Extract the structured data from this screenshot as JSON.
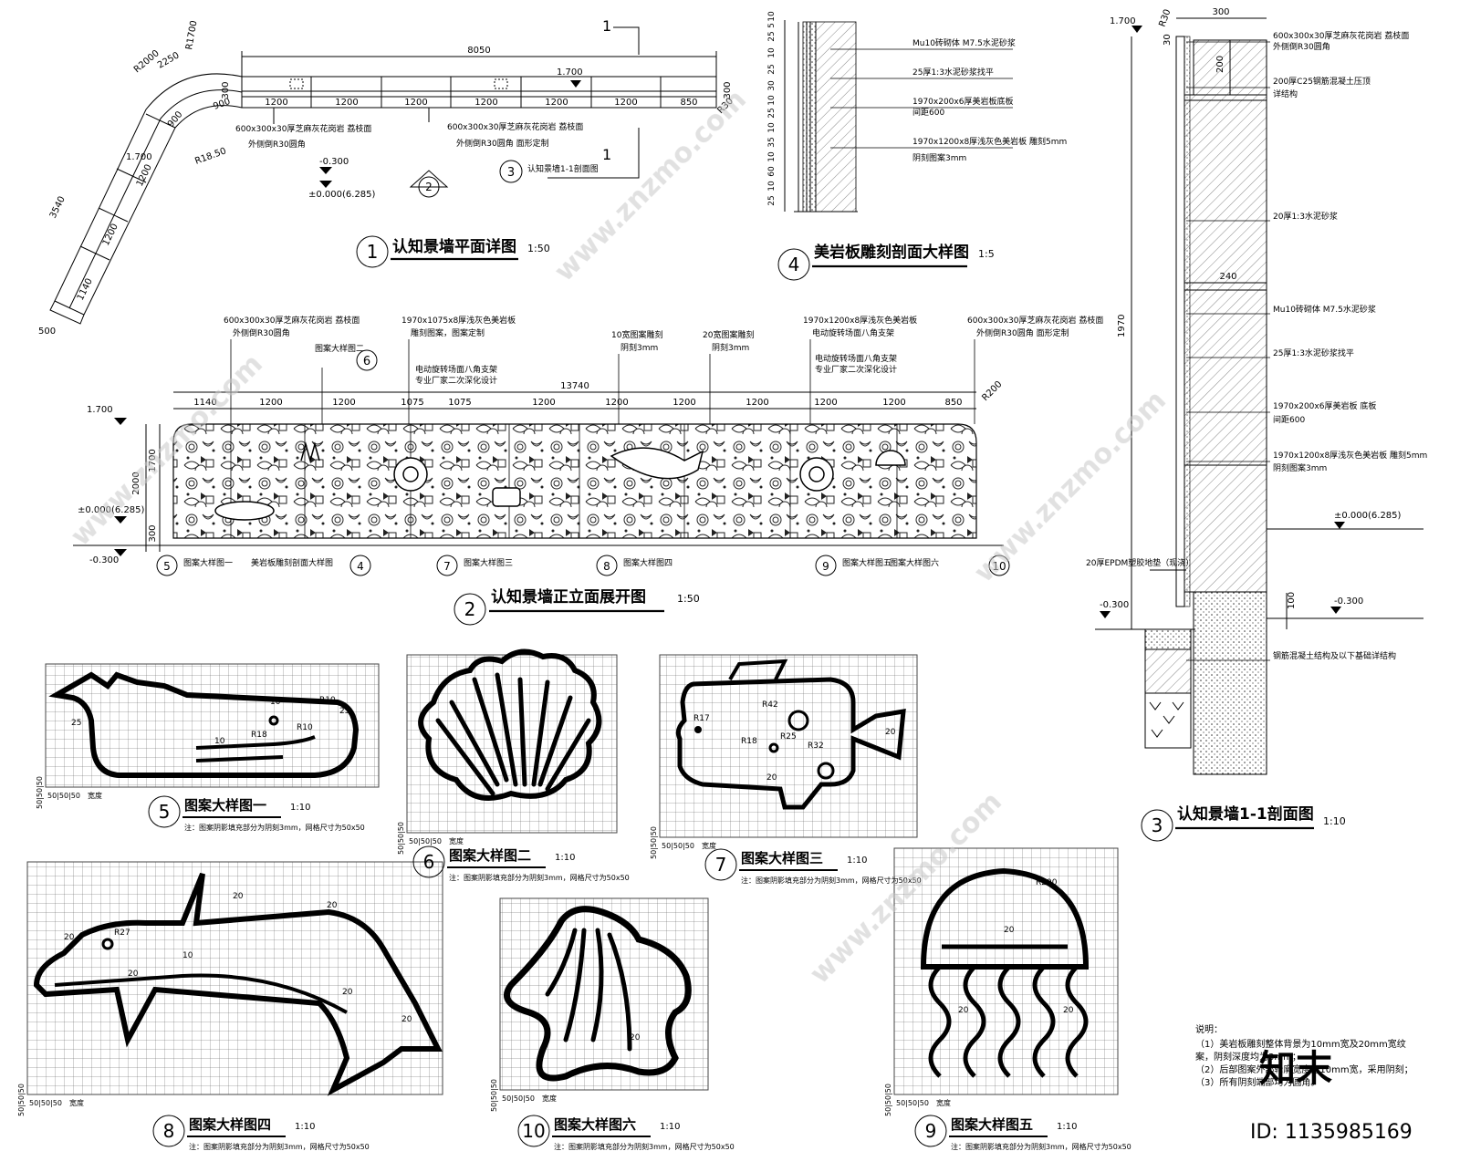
{
  "plan": {
    "num": "1",
    "title": "认知景墙平面详图",
    "scale": "1:50",
    "total": "8050",
    "dims": [
      "1200",
      "1200",
      "1200",
      "1200",
      "1200",
      "1200",
      "850"
    ],
    "left_dims": [
      "3540",
      "1200",
      "1200",
      "1140",
      "500"
    ],
    "arc_dims": [
      "R2000",
      "2250",
      "R1700",
      "900",
      "900",
      "1200",
      "R18.50"
    ],
    "end_dims": [
      "300",
      "300",
      "R30",
      "R30"
    ],
    "elev": "1.700",
    "elev_low": "-0.300",
    "elev_zero": "±0.000(6.285)",
    "note1": "600x300x30厚芝麻灰花岗岩  荔枝面",
    "note1b": "外侧倒R30圆角",
    "note2": "600x300x30厚芝麻灰花岗岩  荔枝面",
    "note2b": "外侧倒R30圆角 面形定制",
    "sec_label": "1",
    "sec_ref": "认知景墙1-1剖面图",
    "sec_num": "3",
    "elev_ref_num": "2"
  },
  "detail4": {
    "num": "4",
    "title": "美岩板雕刻剖面大样图",
    "scale": "1:5",
    "dims": [
      "10",
      "5",
      "25",
      "10",
      "25",
      "30",
      "10",
      "25",
      "10",
      "35",
      "10",
      "60",
      "10",
      "25"
    ],
    "notes": [
      "Mu10砖砌体 M7.5水泥砂浆",
      "25厚1:3水泥砂浆找平",
      "1970x200x6厚美岩板底板",
      "间距600",
      "1970x1200x8厚浅灰色美岩板  雕刻5mm",
      "阴刻图案3mm"
    ]
  },
  "elevation": {
    "num": "2",
    "title": "认知景墙正立面展开图",
    "scale": "1:50",
    "total": "13740",
    "dims": [
      "1140",
      "1200",
      "1200",
      "1075",
      "1075",
      "1200",
      "1200",
      "1200",
      "1200",
      "1200",
      "1200",
      "850"
    ],
    "heights": [
      "2000",
      "1700",
      "300"
    ],
    "elev": "1.700",
    "elev_zero": "±0.000(6.285)",
    "elev_low": "-0.300",
    "radius": "R200",
    "callouts": [
      {
        "t1": "600x300x30厚芝麻灰花岗岩  荔枝面",
        "t2": "外侧倒R30圆角"
      },
      {
        "t1": "图案大样图二",
        "t2": ""
      },
      {
        "t1": "1970x1075x8厚浅灰色美岩板",
        "t2": "雕刻图案，图案定制"
      },
      {
        "t1": "10宽图案雕刻",
        "t2": "阴刻3mm"
      },
      {
        "t1": "20宽图案雕刻",
        "t2": "阴刻3mm"
      },
      {
        "t1": "1970x1200x8厚浅灰色美岩板",
        "t2": "电动旋转场面八角支架"
      },
      {
        "t1": "600x300x30厚芝麻灰花岗岩  荔枝面",
        "t2": "外侧倒R30圆角  面形定制"
      }
    ],
    "extra_note1": "电动旋转场面八角支架",
    "extra_note2": "专业厂家二次深化设计",
    "bottom_refs": [
      {
        "num": "5",
        "text": "图案大样图一"
      },
      {
        "num": "4",
        "text": "美岩板雕刻剖面大样图"
      },
      {
        "num": "7",
        "text": "图案大样图三"
      },
      {
        "num": "8",
        "text": "图案大样图四"
      },
      {
        "num": "9",
        "text": "图案大样图五"
      },
      {
        "num": "10",
        "text": "图案大样图六"
      }
    ],
    "top_ref": "6"
  },
  "section": {
    "num": "3",
    "title": "认知景墙1-1剖面图",
    "scale": "1:10",
    "top_dim": "300",
    "r": "R30",
    "h": "1970",
    "w": "240",
    "d200": "200",
    "d30": "30",
    "d100": "100",
    "elev": "1.700",
    "elev_zero": "±0.000(6.285)",
    "elev_low": "-0.300",
    "elev_low2": "-0.300",
    "notes": [
      "600x300x30厚芝麻灰花岗岩  荔枝面",
      "外侧倒R30圆角",
      "200厚C25钢筋混凝土压顶",
      "详结构",
      "20厚1:3水泥砂浆",
      "Mu10砖砌体 M7.5水泥砂浆",
      "25厚1:3水泥砂浆找平",
      "1970x200x6厚美岩板  底板",
      "间距600",
      "1970x1200x8厚浅灰色美岩板  雕刻5mm",
      "阴刻图案3mm",
      "20厚EPDM塑胶地垫（现浇）",
      "钢筋混凝土结构及以下基础详结构"
    ]
  },
  "patterns": [
    {
      "num": "5",
      "title": "图案大样图一",
      "scale": "1:10",
      "note": "注：图案阴影填充部分为阴刻3mm，网格尺寸为50x50",
      "dims": [
        "25",
        "10",
        "R18",
        "R10",
        "25",
        "R10",
        "10"
      ]
    },
    {
      "num": "6",
      "title": "图案大样图二",
      "scale": "1:10",
      "note": "注：图案阴影填充部分为阴刻3mm，网格尺寸为50x50",
      "dims": []
    },
    {
      "num": "7",
      "title": "图案大样图三",
      "scale": "1:10",
      "note": "注：图案阴影填充部分为阴刻3mm，网格尺寸为50x50",
      "dims": [
        "R42",
        "R17",
        "R18",
        "R25",
        "R32",
        "20",
        "20"
      ]
    },
    {
      "num": "8",
      "title": "图案大样图四",
      "scale": "1:10",
      "note": "注：图案阴影填充部分为阴刻3mm，网格尺寸为50x50",
      "dims": [
        "20",
        "20",
        "R27",
        "10",
        "20",
        "20",
        "20",
        "20"
      ]
    },
    {
      "num": "10",
      "title": "图案大样图六",
      "scale": "1:10",
      "note": "注：图案阴影填充部分为阴刻3mm，网格尺寸为50x50",
      "dims": [
        "20"
      ]
    },
    {
      "num": "9",
      "title": "图案大样图五",
      "scale": "1:10",
      "note": "注：图案阴影填充部分为阴刻3mm，网格尺寸为50x50",
      "dims": [
        "R290",
        "20",
        "20",
        "20"
      ]
    }
  ],
  "grid_dims": {
    "h": "50|50|50",
    "label": "宽度"
  },
  "notes": {
    "title": "说明：",
    "lines": [
      "（1）美岩板雕刻整体背景为10mm宽及20mm宽纹",
      "案，阴刻深度均为3mm；",
      "（2）后部图案外部轮廓宽度为10mm宽，采用阴刻；",
      "（3）所有阴刻端部均为圆角。"
    ]
  },
  "watermark": {
    "brand": "知末",
    "id": "ID: 1135985169",
    "site": "www.znzmo.com"
  }
}
